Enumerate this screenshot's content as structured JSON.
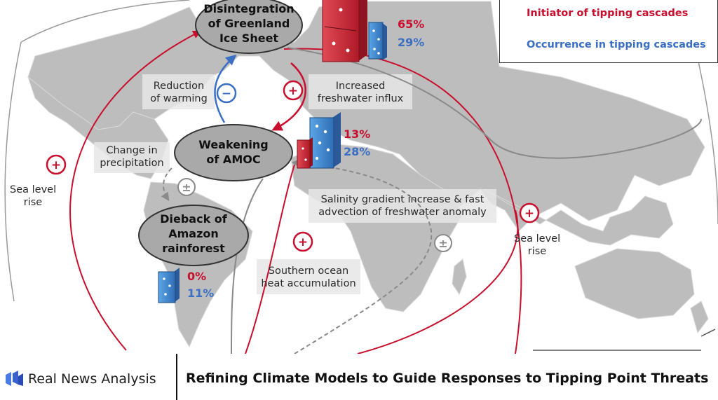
{
  "nodes": {
    "greenland": [
      "Disintegration",
      "of Greenland",
      "Ice Sheet"
    ],
    "amoc": [
      "Weakening",
      "of AMOC"
    ],
    "amazon": [
      "Dieback of",
      "Amazon",
      "rainforest"
    ]
  },
  "percentages": {
    "greenland_initiator": "65%",
    "greenland_occurrence": "29%",
    "amoc_initiator": "13%",
    "amoc_occurrence": "28%",
    "amazon_initiator": "0%",
    "amazon_occurrence": "11%"
  },
  "labels": {
    "reduction_of_warming": [
      "Reduction",
      "of warming"
    ],
    "increased_freshwater": [
      "Increased",
      "freshwater influx"
    ],
    "change_in_precipitation": [
      "Change in",
      "precipitation"
    ],
    "sea_level_rise_left": [
      "Sea level",
      "rise"
    ],
    "sea_level_rise_right": [
      "Sea level",
      "rise"
    ],
    "salinity_gradient": [
      "Salinity gradient increase & fast",
      "advection of freshwater anomaly"
    ],
    "southern_ocean": [
      "Southern ocean",
      "heat accumulation"
    ]
  },
  "signs": {
    "plus": "+",
    "minus": "−",
    "plus_minus": "±"
  },
  "legend": {
    "initiator": "Initiator of tipping cascades",
    "occurrence": "Occurrence in tipping cascades"
  },
  "footer": {
    "brand": "Real News Analysis",
    "headline": "Refining Climate Models to Guide Responses to Tipping Point Threats"
  },
  "colors": {
    "positive_red": "#c8102e",
    "negative_blue": "#3a6fc4",
    "neutral_gray": "#8a8a8a",
    "land_gray": "#bdbdbd",
    "node_fill": "#a9a9a9"
  }
}
